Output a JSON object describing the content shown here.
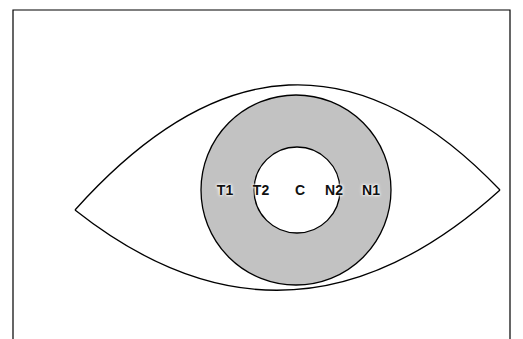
{
  "diagram": {
    "labels": [
      "T1",
      "T2",
      "C",
      "N2",
      "N1"
    ]
  }
}
